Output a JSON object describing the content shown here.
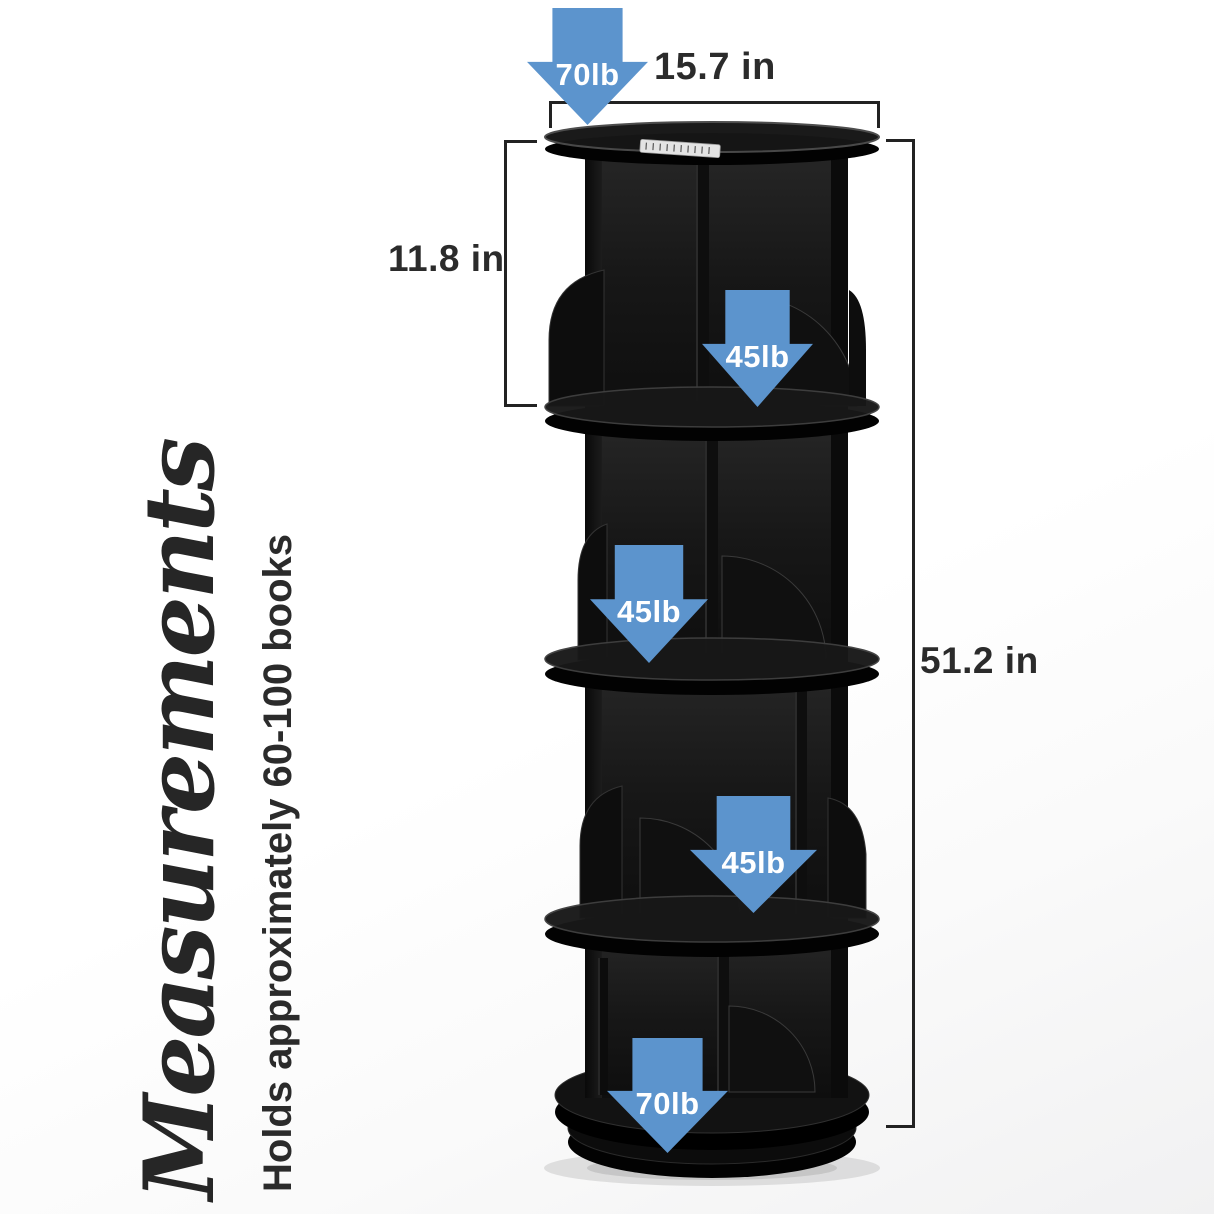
{
  "side_text": {
    "title": "Measurements",
    "subtitle": "Holds approximately 60-100 books"
  },
  "dimensions": {
    "top_width": "15.7 in",
    "tier_height": "11.8 in",
    "total_height": "51.2 in"
  },
  "capacity_arrows": [
    {
      "position": "top-surface",
      "label": "70lb"
    },
    {
      "position": "shelf-1",
      "label": "45lb"
    },
    {
      "position": "shelf-2",
      "label": "45lb"
    },
    {
      "position": "shelf-3",
      "label": "45lb"
    },
    {
      "position": "bottom-shelf",
      "label": "70lb"
    }
  ],
  "colors": {
    "arrow_blue": "#5c94cd",
    "label_text": "#2b2b2b",
    "bracket_line": "#222222",
    "shelf_black": "#141414",
    "background": "#ffffff"
  }
}
